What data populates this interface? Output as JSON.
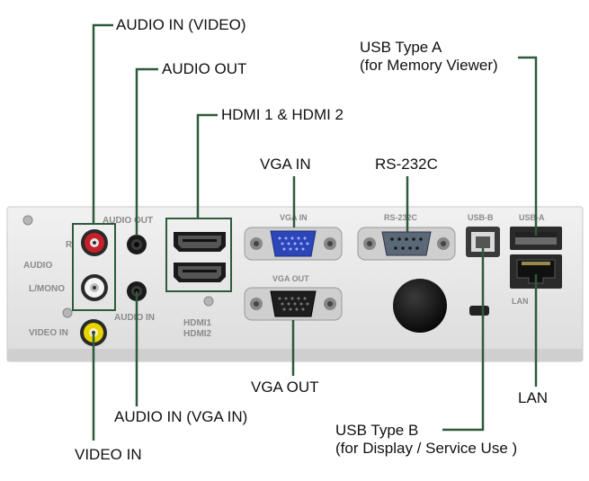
{
  "callouts": {
    "audio_in_video": "AUDIO IN (VIDEO)",
    "audio_out": "AUDIO OUT",
    "hdmi": "HDMI 1 &  HDMI 2",
    "vga_in": "VGA IN",
    "rs232c": "RS-232C",
    "usb_a_line1": "USB Type A",
    "usb_a_line2": "(for Memory Viewer)",
    "vga_out": "VGA OUT",
    "lan": "LAN",
    "audio_in_vga_in": "AUDIO IN (VGA IN)",
    "usb_b_line1": "USB Type B",
    "usb_b_line2": "(for Display / Service Use )",
    "video_in": "VIDEO IN"
  },
  "panel_labels": {
    "audio_out": "AUDIO OUT",
    "r": "R",
    "audio": "AUDIO",
    "l_mono": "L/MONO",
    "audio_in": "AUDIO IN",
    "video_in": "VIDEO IN",
    "hdmi1": "HDMI1",
    "hdmi2": "HDMI2",
    "vga_in": "VGA IN",
    "vga_out": "VGA OUT",
    "rs232c": "RS-232C",
    "usb_b": "USB-B",
    "usb_a": "USB-A",
    "lan": "LAN"
  },
  "colors": {
    "leader": "#2e5a3c",
    "panel": "#e6e6e6",
    "red_jack": "#c8202a",
    "yellow_jack": "#e8d400",
    "vga_blue": "#2c46b8"
  }
}
